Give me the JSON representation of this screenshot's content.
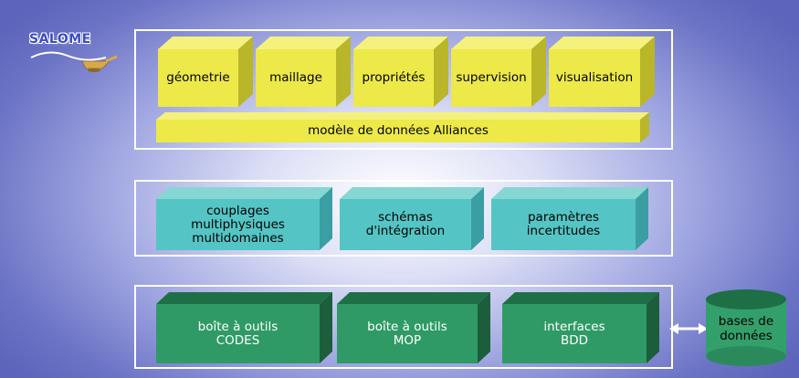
{
  "logo": {
    "text": "SALOME"
  },
  "top_layer": {
    "modules": [
      "géometrie",
      "maillage",
      "propriétés",
      "supervision",
      "visualisation"
    ],
    "data_model": "modèle de données Alliances"
  },
  "middle_layer": {
    "modules": [
      [
        "couplages",
        "multiphysiques",
        "multidomaines"
      ],
      [
        "schémas",
        "d'intégration"
      ],
      [
        "paramètres",
        "incertitudes"
      ]
    ]
  },
  "bottom_layer": {
    "modules": [
      [
        "boîte à outils",
        "CODES"
      ],
      [
        "boîte à outils",
        "MOP"
      ],
      [
        "interfaces",
        "BDD"
      ]
    ],
    "database": [
      "bases de",
      "données"
    ]
  },
  "colors": {
    "yellow_front": "#ece948",
    "yellow_top": "#f4f27c",
    "yellow_side": "#b9b62a",
    "teal_front": "#55c4c4",
    "teal_top": "#86d6d4",
    "teal_side": "#3a9ea2",
    "green_front": "#2f9a66",
    "green_top": "#1f6f46",
    "green_side": "#1c5e3c"
  }
}
